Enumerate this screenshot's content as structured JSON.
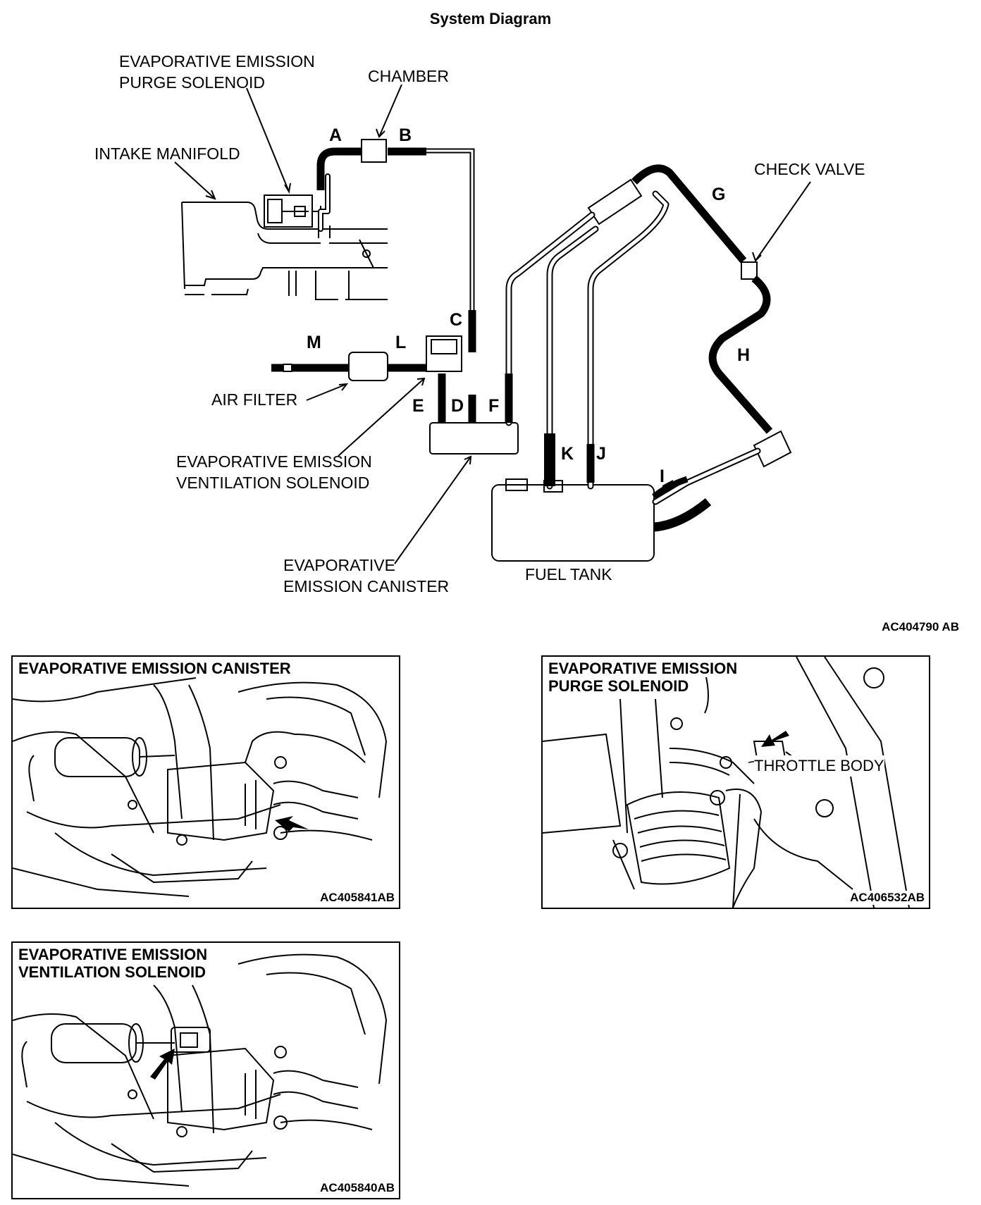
{
  "title": "System Diagram",
  "labels": {
    "purge_solenoid": [
      "EVAPORATIVE EMISSION",
      "PURGE SOLENOID"
    ],
    "chamber": "CHAMBER",
    "intake_manifold": "INTAKE MANIFOLD",
    "check_valve": "CHECK VALVE",
    "air_filter": "AIR FILTER",
    "ventilation_solenoid": [
      "EVAPORATIVE EMISSION",
      "VENTILATION SOLENOID"
    ],
    "canister": [
      "EVAPORATIVE",
      "EMISSION CANISTER"
    ],
    "fuel_tank": "FUEL TANK"
  },
  "hose_letters": [
    "A",
    "B",
    "C",
    "D",
    "E",
    "F",
    "G",
    "H",
    "I",
    "J",
    "K",
    "L",
    "M"
  ],
  "diagram_code": "AC404790 AB",
  "panels": {
    "canister": {
      "title": "EVAPORATIVE EMISSION CANISTER",
      "code": "AC405841AB"
    },
    "purge": {
      "title": [
        "EVAPORATIVE EMISSION",
        "PURGE SOLENOID"
      ],
      "callout": "THROTTLE BODY",
      "code": "AC406532AB"
    },
    "ventilation": {
      "title": [
        "EVAPORATIVE EMISSION",
        "VENTILATION SOLENOID"
      ],
      "code": "AC405840AB"
    }
  }
}
